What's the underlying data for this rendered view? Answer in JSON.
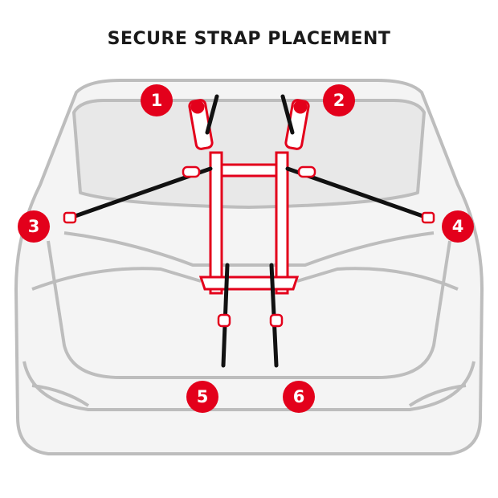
{
  "title": "SECURE STRAP PLACEMENT",
  "colors": {
    "accent": "#e3001b",
    "car_outline": "#b9b9b9",
    "car_fill": "#f2f2f2",
    "strap": "#111111"
  },
  "badges": [
    "1",
    "2",
    "3",
    "4",
    "5",
    "6"
  ]
}
